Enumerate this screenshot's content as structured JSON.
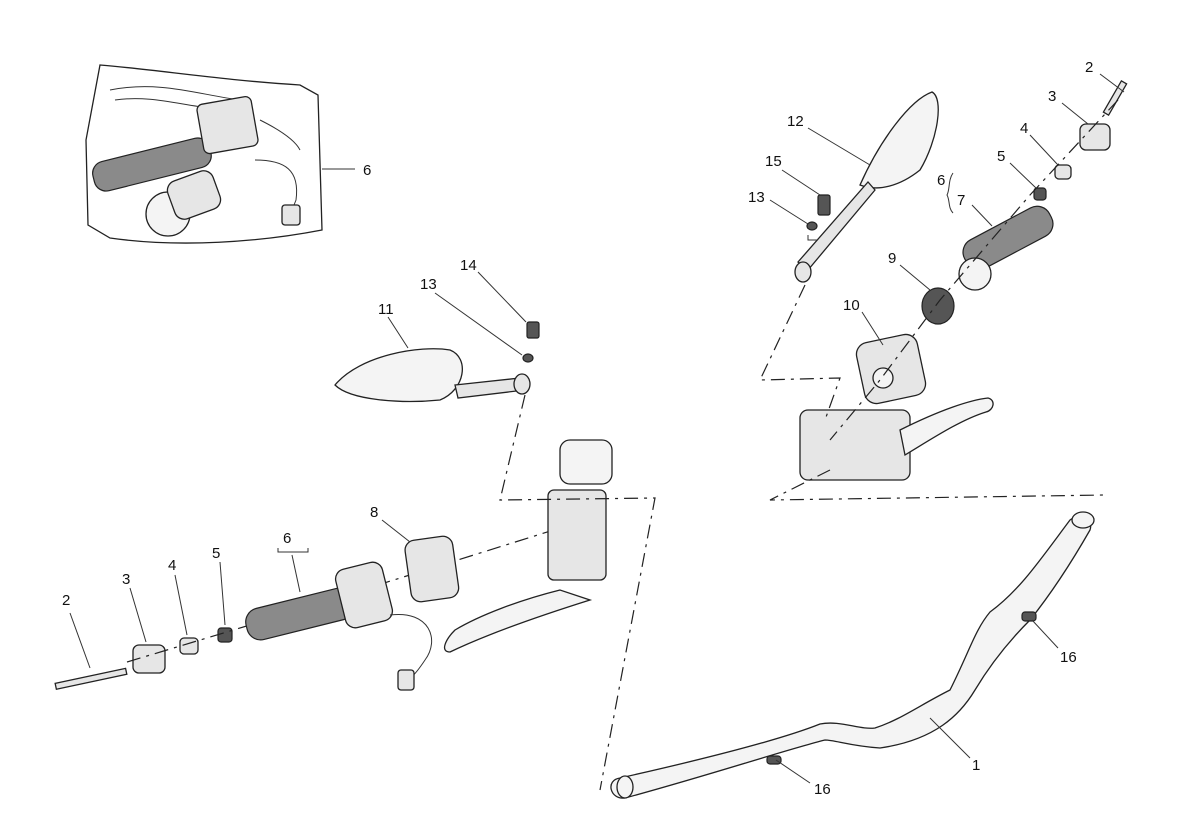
{
  "callouts": {
    "inset_6": "6",
    "r_2": "2",
    "r_3": "3",
    "r_4": "4",
    "r_5": "5",
    "r_6": "6",
    "r_7": "7",
    "r_9": "9",
    "r_10": "10",
    "r_12": "12",
    "r_13": "13",
    "r_15": "15",
    "l_2": "2",
    "l_3": "3",
    "l_4": "4",
    "l_5": "5",
    "l_6": "6",
    "l_8": "8",
    "l_11": "11",
    "l_13": "13",
    "l_14": "14",
    "bar_1": "1",
    "bar_16a": "16",
    "bar_16b": "16"
  }
}
